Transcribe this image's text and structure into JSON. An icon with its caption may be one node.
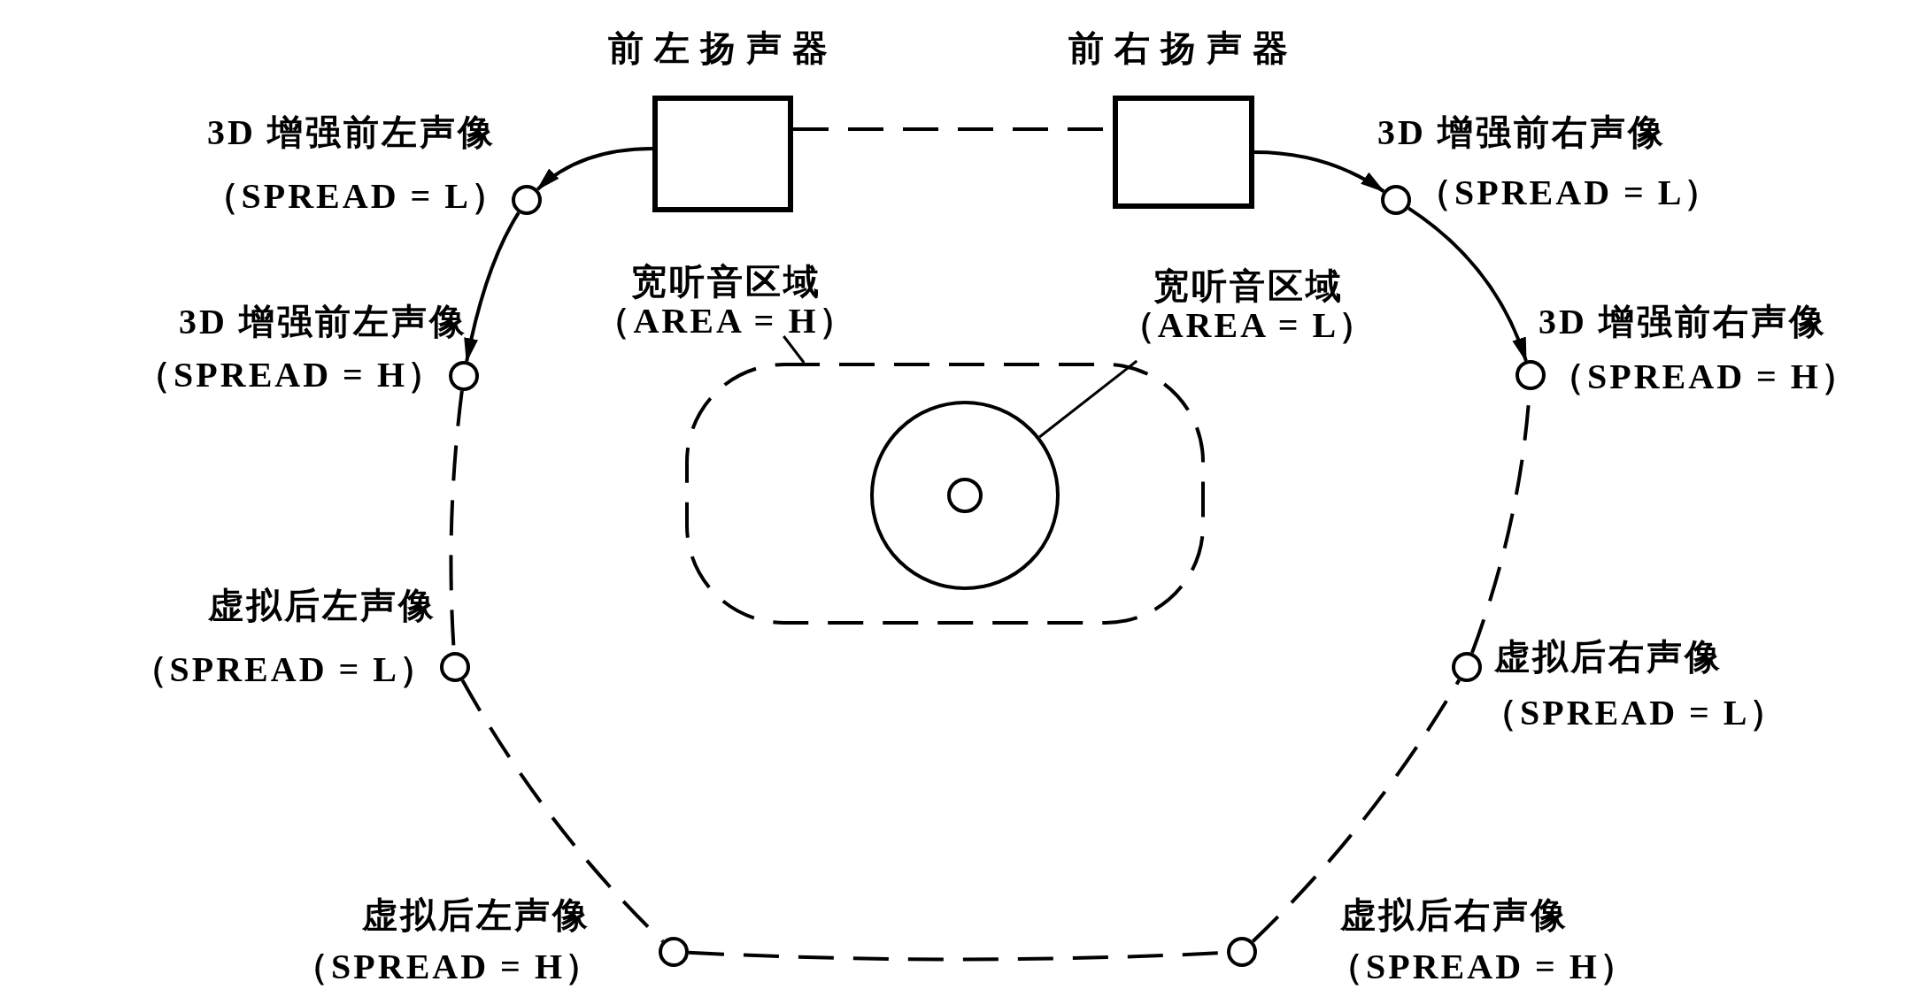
{
  "diagram": {
    "nodes": [
      {
        "text": [
          "前左扬声器"
        ]
      },
      {
        "text": [
          "前右扬声器"
        ]
      },
      {
        "text": [],
        "shape": "circle",
        "beside": [
          "3D 增强前左声像",
          "（SPREAD = L）"
        ]
      },
      {
        "text": [],
        "shape": "circle",
        "beside": [
          "3D 增强前左声像",
          "（SPREAD = H）"
        ]
      },
      {
        "text": [],
        "shape": "circle",
        "beside": [
          "虚拟后左声像",
          "（SPREAD = L）"
        ]
      },
      {
        "text": [],
        "shape": "circle",
        "beside": [
          "虚拟后左声像",
          "（SPREAD = H）"
        ]
      },
      {
        "text": [],
        "shape": "circle",
        "beside": [
          "虚拟后右声像",
          "（SPREAD = H）"
        ]
      },
      {
        "text": [],
        "shape": "circle",
        "beside": [
          "虚拟后右声像",
          "（SPREAD = L）"
        ]
      },
      {
        "text": [],
        "shape": "circle",
        "beside": [
          "3D 增强前右声像",
          "（SPREAD = H）"
        ]
      },
      {
        "text": [],
        "shape": "circle",
        "beside": [
          "3D 增强前右声像",
          "（SPREAD = L）"
        ]
      },
      {
        "text": [],
        "shape": "box"
      },
      {
        "text": [],
        "shape": "circle",
        "in": 10
      },
      {
        "text": [],
        "shape": "circle",
        "in": 11
      },
      {
        "text": [
          "宽听音区域",
          "（AREA = H）"
        ]
      },
      {
        "text": [
          "宽听音区域",
          "（AREA = L）"
        ]
      }
    ],
    "edges": [
      {
        "from": 0,
        "to": 2,
        "arrow": "to"
      },
      {
        "from": 2,
        "to": 3,
        "arrow": "to"
      },
      {
        "from": 1,
        "to": 9,
        "arrow": "to"
      },
      {
        "from": 9,
        "to": 8,
        "arrow": "to"
      },
      {
        "from": 0,
        "to": 1,
        "arrow": "none",
        "style": "dashed"
      },
      {
        "from": 3,
        "to": 4,
        "arrow": "none",
        "style": "dashed"
      },
      {
        "from": 4,
        "to": 5,
        "arrow": "none",
        "style": "dashed"
      },
      {
        "from": 5,
        "to": 6,
        "arrow": "none",
        "style": "dashed"
      },
      {
        "from": 6,
        "to": 7,
        "arrow": "none",
        "style": "dashed"
      },
      {
        "from": 7,
        "to": 8,
        "arrow": "none",
        "style": "dashed"
      },
      {
        "from": 13,
        "to": 10,
        "arrow": "none"
      },
      {
        "from": 14,
        "to": 11,
        "arrow": "none"
      }
    ]
  }
}
